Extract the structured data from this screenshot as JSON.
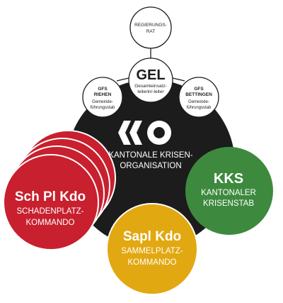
{
  "colors": {
    "center": "#1c1c1c",
    "red": "#c8202e",
    "green": "#3d8a3e",
    "yellow": "#e2a811",
    "outline": "#1c1c1c",
    "white": "#ffffff",
    "background": "#ffffff"
  },
  "regierungsrat": {
    "line1": "REGIERUNGS-",
    "line2": "RAT"
  },
  "gel": {
    "title": "GEL",
    "line1": "Gesamteinsatz-",
    "line2": "leiterin/-leiter"
  },
  "gfs_riehen": {
    "line1": "GFS",
    "line2": "RIEHEN",
    "line3": "Gemeinde-",
    "line4": "führungsstab"
  },
  "gfs_bettingen": {
    "line1": "GFS",
    "line2": "BETTINGEN",
    "line3": "Gemeinde-",
    "line4": "führungsstab"
  },
  "center": {
    "logo": "KKO",
    "line1": "KANTONALE KRISEN-",
    "line2": "ORGANISATION"
  },
  "kks": {
    "title": "KKS",
    "line1": "KANTONALER",
    "line2": "KRISENSTAB"
  },
  "schpl": {
    "title": "Sch Pl Kdo",
    "line1": "SCHADENPLATZ-",
    "line2": "KOMMANDO"
  },
  "sapl": {
    "title": "Sapl Kdo",
    "line1": "SAMMELPLATZ-",
    "line2": "KOMMANDO"
  }
}
